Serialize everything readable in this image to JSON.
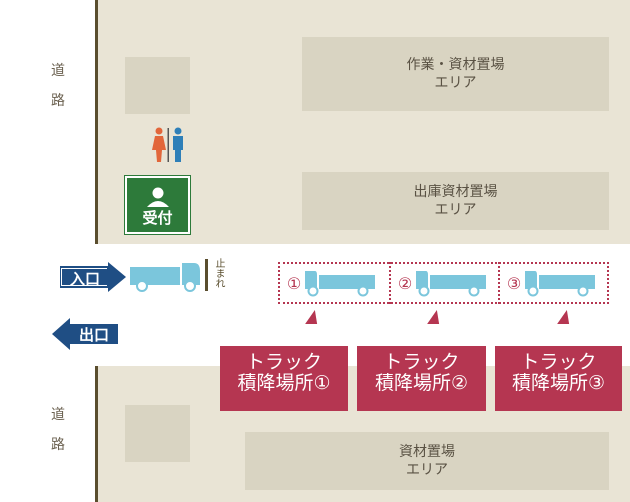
{
  "road_label_top": [
    "道",
    "路"
  ],
  "road_label_bottom": [
    "道",
    "路"
  ],
  "areas": {
    "work_storage": [
      "作業・資材置場",
      "エリア"
    ],
    "shipping_storage": [
      "出庫資材置場",
      "エリア"
    ],
    "material_storage": [
      "資材置場",
      "エリア"
    ]
  },
  "reception_label": "受付",
  "entrance_label": "入口",
  "exit_label": "出口",
  "stop_line_label": "止まれ",
  "slots": [
    "①",
    "②",
    "③"
  ],
  "callouts": [
    {
      "line1": "トラック",
      "line2": "積降場所①"
    },
    {
      "line1": "トラック",
      "line2": "積降場所②"
    },
    {
      "line1": "トラック",
      "line2": "積降場所③"
    }
  ],
  "colors": {
    "ground": "#e9e4d5",
    "road": "#ffffff",
    "area": "#d9d4c2",
    "navy": "#1f4e84",
    "accent": "#b53651",
    "truck": "#7bc6dc",
    "reception": "#2d7a3a"
  }
}
